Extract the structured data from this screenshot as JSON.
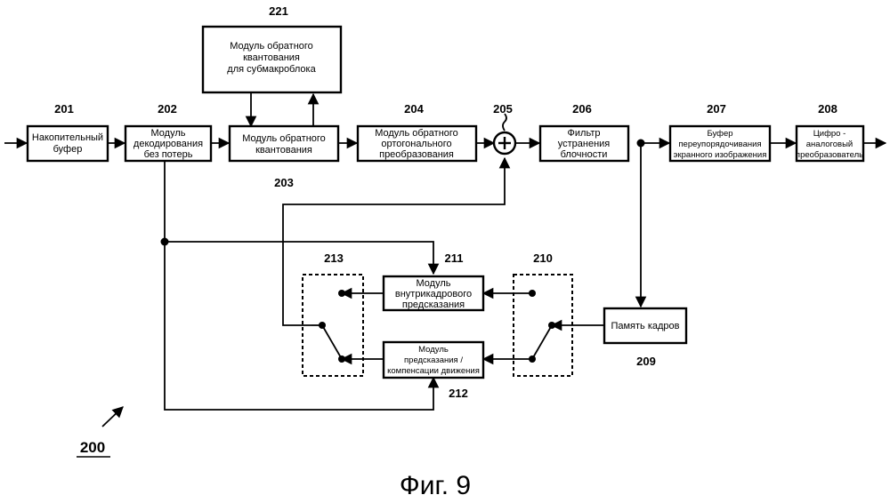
{
  "blocks": {
    "b201": {
      "num": "201",
      "lines": [
        "Накопительный",
        "буфер"
      ]
    },
    "b202": {
      "num": "202",
      "lines": [
        "Модуль",
        "декодирования",
        "без потерь"
      ]
    },
    "b203": {
      "num": "203",
      "lines": [
        "Модуль обратного",
        "квантования"
      ]
    },
    "b221": {
      "num": "221",
      "lines": [
        "Модуль обратного",
        "квантования",
        "для субмакроблока"
      ]
    },
    "b204": {
      "num": "204",
      "lines": [
        "Модуль обратного",
        "ортогонального",
        "преобразования"
      ]
    },
    "b205": {
      "num": "205"
    },
    "b206": {
      "num": "206",
      "lines": [
        "Фильтр",
        "устранения",
        "блочности"
      ]
    },
    "b207": {
      "num": "207",
      "lines": [
        "Буфер",
        "переупорядочивания",
        "экранного изображения"
      ]
    },
    "b208": {
      "num": "208",
      "lines": [
        "Цифро -",
        "аналоговый",
        "преобразователь"
      ]
    },
    "b209": {
      "num": "209",
      "lines": [
        "Память кадров"
      ]
    },
    "b210": {
      "num": "210"
    },
    "b211": {
      "num": "211",
      "lines": [
        "Модуль",
        "внутрикадрового",
        "предсказания"
      ]
    },
    "b212": {
      "num": "212",
      "lines": [
        "Модуль",
        "предсказания /",
        "компенсации движения"
      ]
    },
    "b213": {
      "num": "213"
    }
  },
  "reference": "200",
  "caption": "Фиг. 9"
}
